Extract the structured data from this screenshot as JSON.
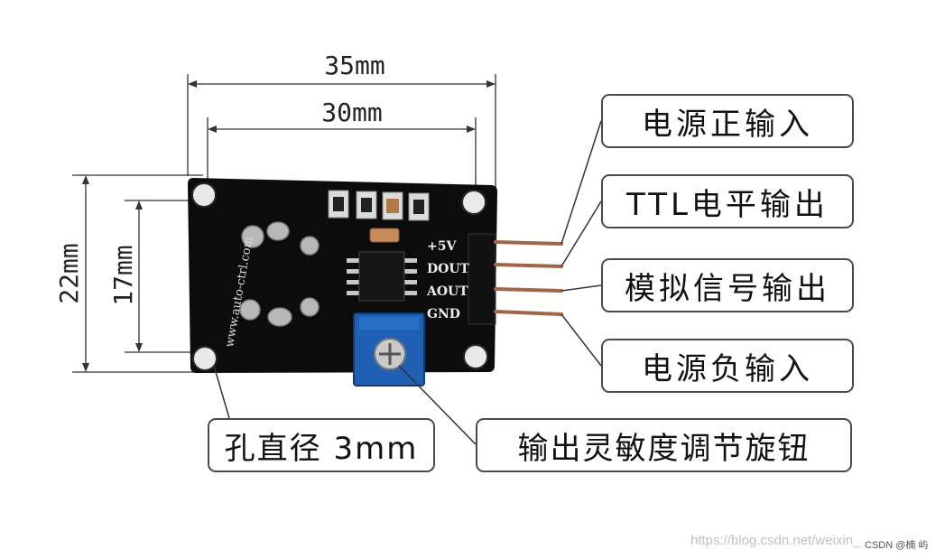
{
  "dimensions": {
    "width_outer": "35mm",
    "width_holes": "30mm",
    "height_outer": "22mm",
    "height_holes": "17mm"
  },
  "board": {
    "url_print": "www.auto-ctrl.com",
    "pins": [
      "+5V",
      "DOUT",
      "AOUT",
      "GND"
    ]
  },
  "labels": {
    "power_positive": "电源正输入",
    "ttl_output": "TTL电平输出",
    "analog_output": "模拟信号输出",
    "power_negative": "电源负输入",
    "hole_diameter": "孔直径 3mm",
    "sensitivity_knob": "输出灵敏度调节旋钮"
  },
  "watermark": "https://blog.csdn.net/weixin_",
  "brand": "CSDN @楠 屿"
}
